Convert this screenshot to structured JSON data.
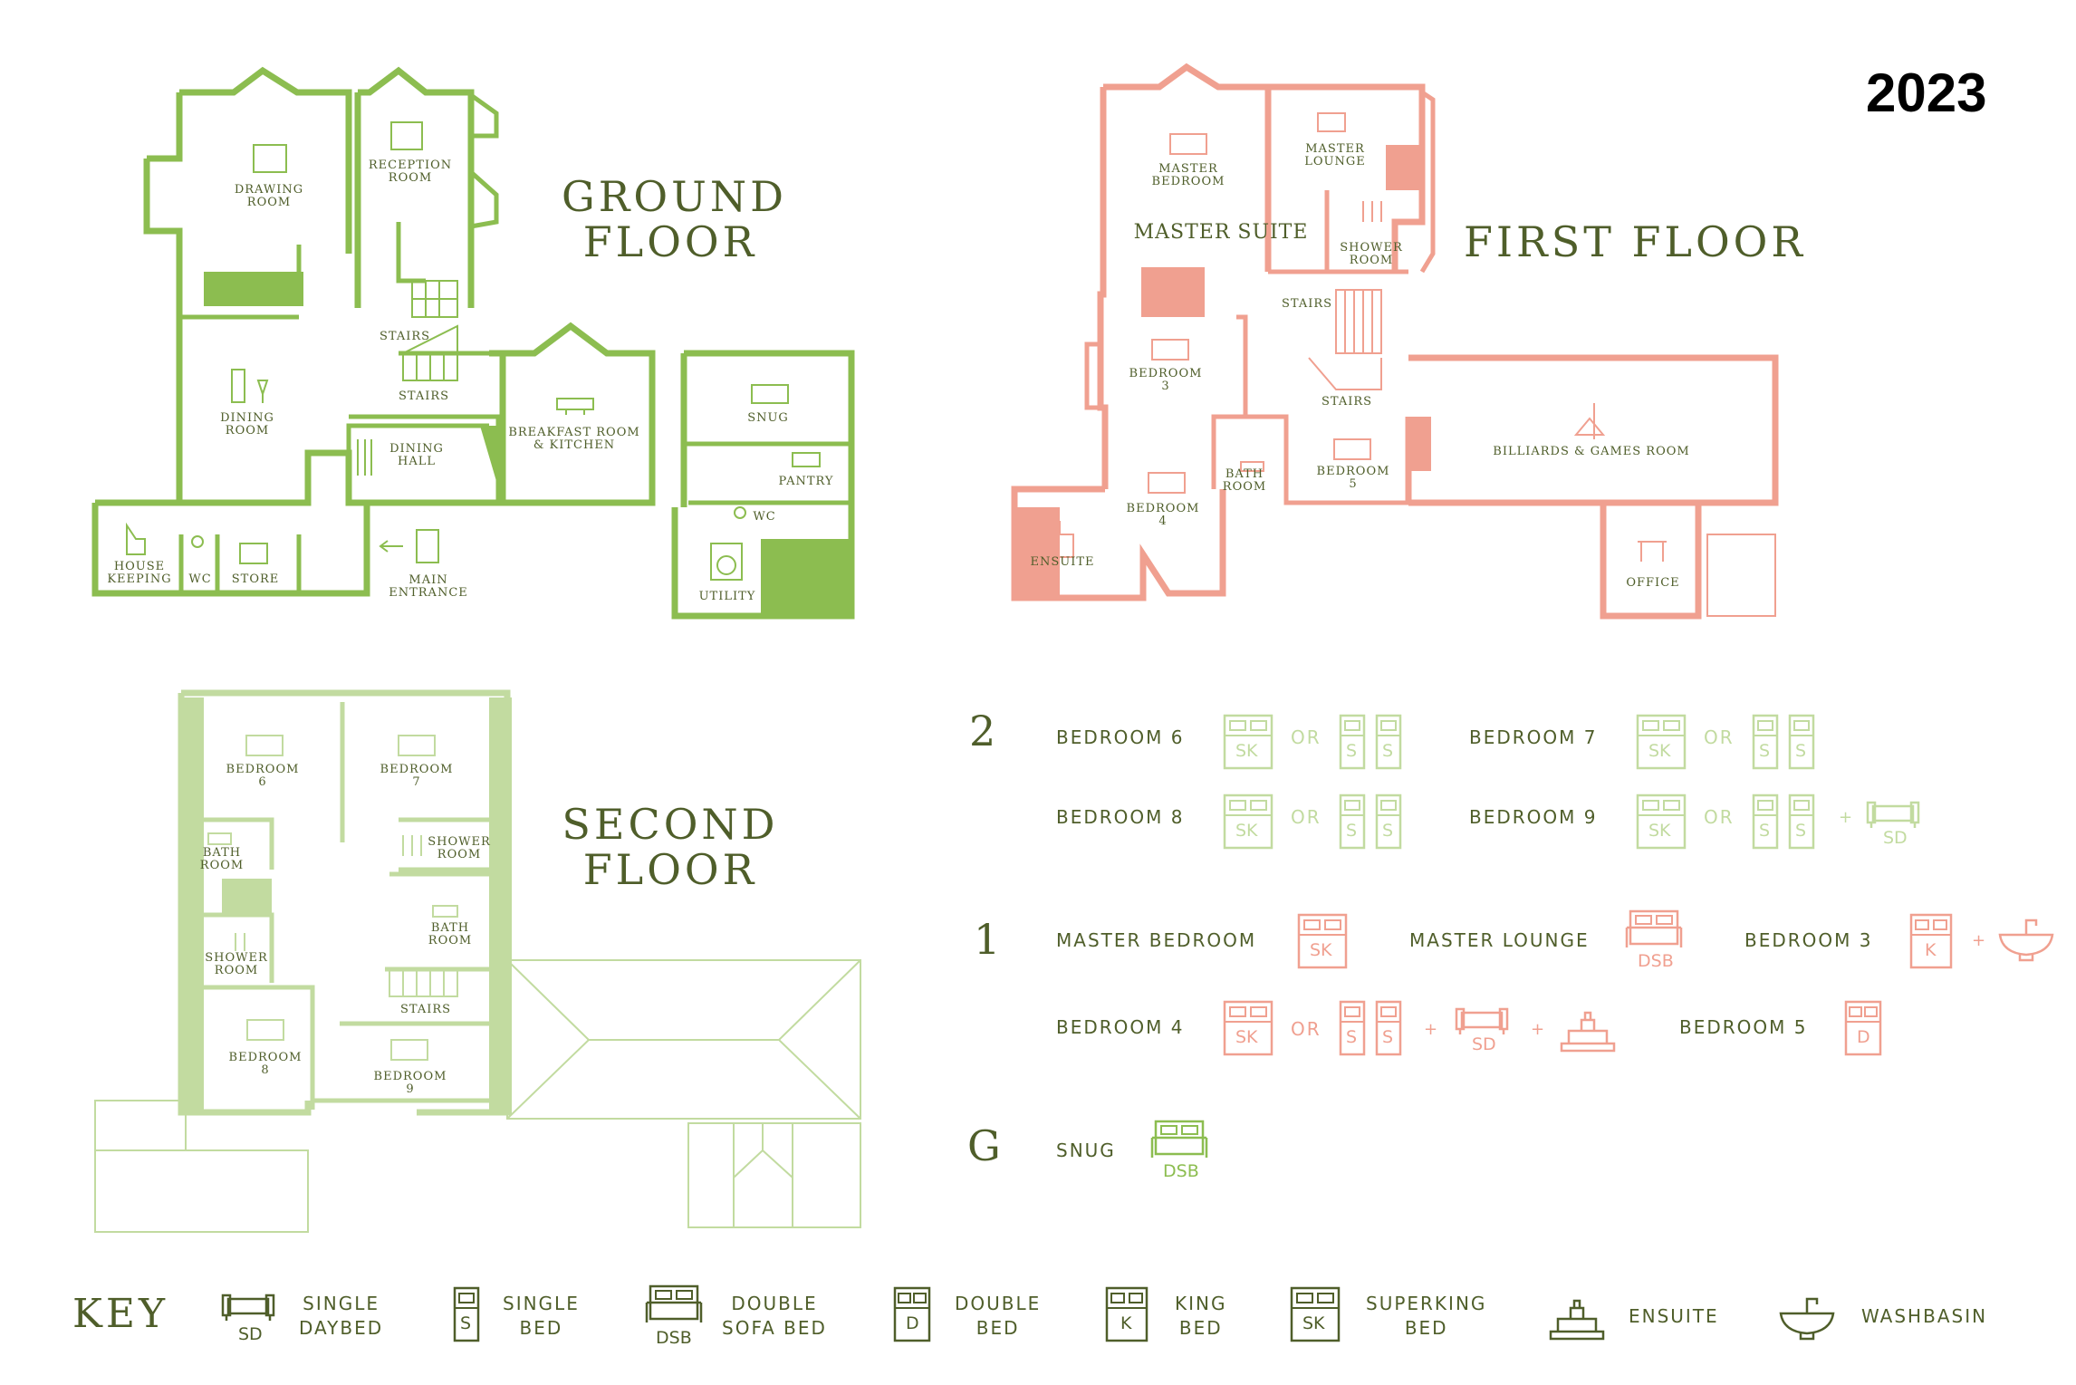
{
  "year": "2023",
  "colors": {
    "ground": "#8cbd50",
    "first": "#f0a090",
    "second": "#c2dba0",
    "text": "#4f5e2a"
  },
  "floors": {
    "ground": {
      "title": [
        "GROUND",
        "FLOOR"
      ],
      "rooms": {
        "drawing": "DRAWING\nROOM",
        "reception": "RECEPTION\nROOM",
        "stairs_top": "STAIRS",
        "stairs_bottom": "STAIRS",
        "dining": "DINING\nROOM",
        "dining_hall": "DINING\nHALL",
        "breakfast": "BREAKFAST ROOM\n& KITCHEN",
        "snug": "SNUG",
        "pantry": "PANTRY",
        "wc_right": "WC",
        "house_keeping": "HOUSE\nKEEPING",
        "wc_left": "WC",
        "store": "STORE",
        "main_entrance": "MAIN\nENTRANCE",
        "utility": "UTILITY"
      }
    },
    "first": {
      "title": "FIRST FLOOR",
      "rooms": {
        "master_bedroom": "MASTER\nBEDROOM",
        "master_lounge": "MASTER\nLOUNGE",
        "master_suite": "MASTER SUITE",
        "shower_room": "SHOWER\nROOM",
        "stairs_top": "STAIRS",
        "bedroom3": "BEDROOM\n3",
        "stairs_bottom": "STAIRS",
        "billiards": "BILLIARDS & GAMES ROOM",
        "bath_room": "BATH\nROOM",
        "bedroom5": "BEDROOM\n5",
        "bedroom4": "BEDROOM\n4",
        "ensuite": "ENSUITE",
        "office": "OFFICE"
      }
    },
    "second": {
      "title": [
        "SECOND",
        "FLOOR"
      ],
      "rooms": {
        "bedroom6": "BEDROOM\n6",
        "bedroom7": "BEDROOM\n7",
        "bath_room_left": "BATH\nROOM",
        "shower_room_right": "SHOWER\nROOM",
        "bath_room_right": "BATH\nROOM",
        "shower_room_left": "SHOWER\nROOM",
        "stairs": "STAIRS",
        "bedroom8": "BEDROOM\n8",
        "bedroom9": "BEDROOM\n9"
      }
    }
  },
  "levels": {
    "second": "2",
    "first": "1",
    "ground": "G"
  },
  "beds": {
    "bedroom6": "BEDROOM 6",
    "bedroom7": "BEDROOM 7",
    "bedroom8": "BEDROOM 8",
    "bedroom9": "BEDROOM 9",
    "master_bedroom": "MASTER BEDROOM",
    "master_lounge": "MASTER LOUNGE",
    "bedroom3": "BEDROOM 3",
    "bedroom4": "BEDROOM 4",
    "bedroom5": "BEDROOM 5",
    "snug": "SNUG",
    "or": "OR",
    "plus": "+"
  },
  "codes": {
    "sk": "SK",
    "s": "S",
    "sd": "SD",
    "dsb": "DSB",
    "k": "K",
    "d": "D"
  },
  "key": {
    "title": "KEY",
    "single_daybed": "SINGLE\nDAYBED",
    "single_bed": "SINGLE\nBED",
    "double_sofa_bed": "DOUBLE\nSOFA BED",
    "double_bed": "DOUBLE\nBED",
    "king_bed": "KING\nBED",
    "superking_bed": "SUPERKING\nBED",
    "ensuite": "ENSUITE",
    "washbasin": "WASHBASIN"
  }
}
